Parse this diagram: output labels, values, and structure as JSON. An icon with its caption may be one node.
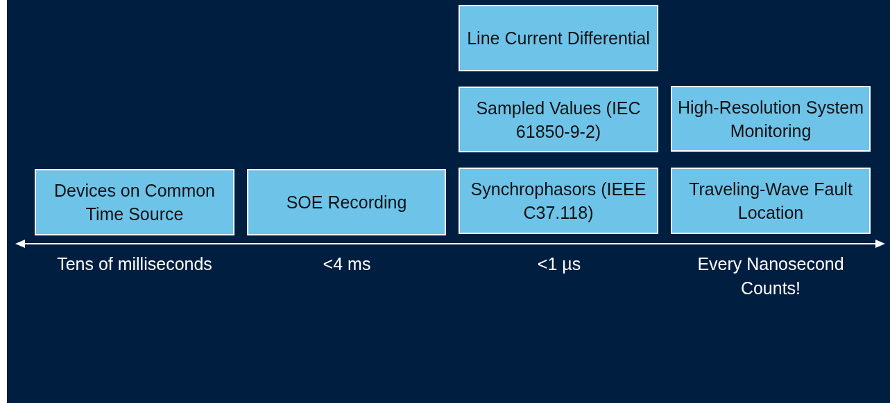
{
  "diagram": {
    "nodes": [
      {
        "text": [
          "Devices on Common Time Source"
        ]
      },
      {
        "text": [
          "SOE Recording"
        ]
      },
      {
        "text": [
          "Line Current Differential"
        ]
      },
      {
        "text": [
          "Sampled Values (IEC 61850-9-2)"
        ]
      },
      {
        "text": [
          "Synchrophasors (IEEE C37.118)"
        ]
      },
      {
        "text": [
          "High-Resolution System Monitoring"
        ]
      },
      {
        "text": [
          "Traveling-Wave Fault Location"
        ]
      }
    ],
    "labels": [
      "Tens of milliseconds",
      "<4 ms",
      "<1 µs",
      "Every Nanosecond Counts!"
    ]
  }
}
